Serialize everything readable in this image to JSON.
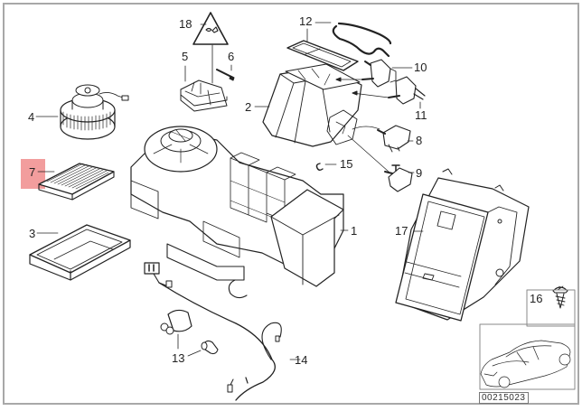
{
  "diagram": {
    "title": "Heater / air conditioning housing exploded view",
    "diagram_number": "00215023",
    "highlight_color": "#f08c8c",
    "highlighted_part": "7",
    "line_color": "#222222",
    "frame_color": "#a8a8a8"
  },
  "callouts": [
    {
      "id": "1",
      "label": "1",
      "part": "heater-housing-lower"
    },
    {
      "id": "2",
      "label": "2",
      "part": "evaporator-housing"
    },
    {
      "id": "3",
      "label": "3",
      "part": "filter-housing-tray"
    },
    {
      "id": "4",
      "label": "4",
      "part": "blower-motor"
    },
    {
      "id": "5",
      "label": "5",
      "part": "blower-resistor"
    },
    {
      "id": "6",
      "label": "6",
      "part": "screw"
    },
    {
      "id": "7",
      "label": "7",
      "part": "microfilter"
    },
    {
      "id": "8",
      "label": "8",
      "part": "actuator"
    },
    {
      "id": "9",
      "label": "9",
      "part": "actuator"
    },
    {
      "id": "10",
      "label": "10",
      "part": "actuator"
    },
    {
      "id": "11",
      "label": "11",
      "part": "actuator"
    },
    {
      "id": "12",
      "label": "12",
      "part": "gasket"
    },
    {
      "id": "13",
      "label": "13",
      "part": "hose-connector"
    },
    {
      "id": "14",
      "label": "14",
      "part": "wiring-harness"
    },
    {
      "id": "15",
      "label": "15",
      "part": "clip"
    },
    {
      "id": "16",
      "label": "16",
      "part": "self-tapping-screw"
    },
    {
      "id": "17",
      "label": "17",
      "part": "glove-box-panel"
    },
    {
      "id": "18",
      "label": "18",
      "part": "warning-label"
    }
  ]
}
